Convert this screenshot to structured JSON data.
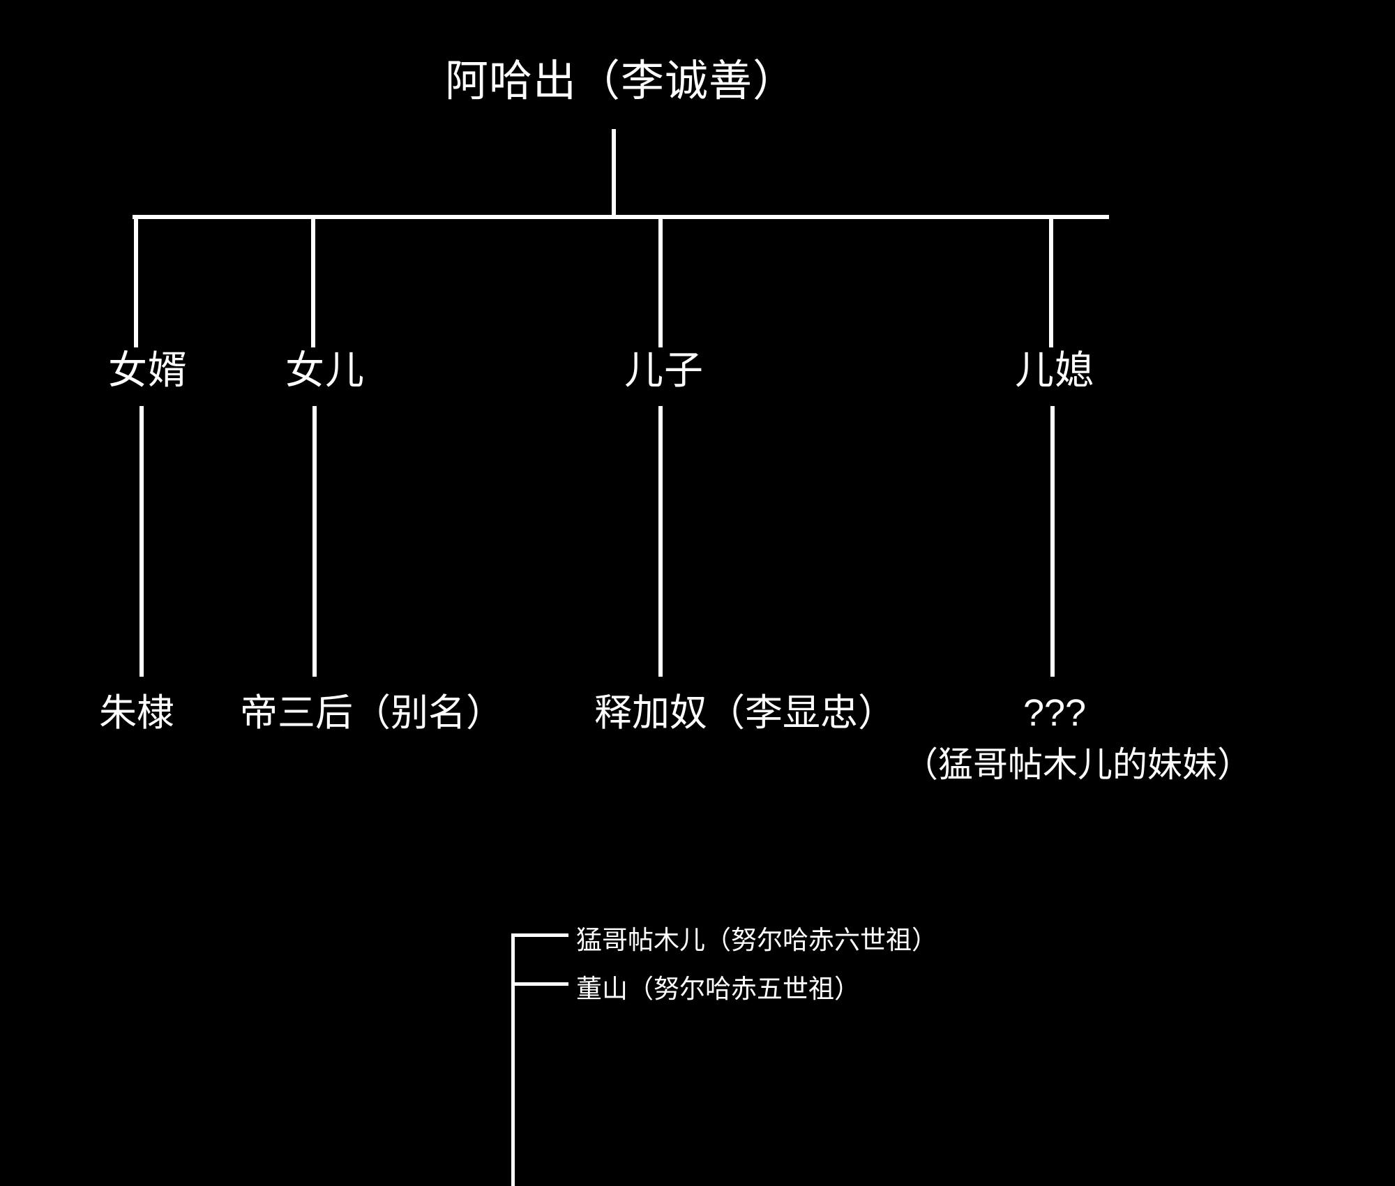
{
  "meta": {
    "background_color": "#000000",
    "line_color": "#ffffff",
    "text_color": "#ffffff"
  },
  "tree": {
    "root": {
      "label": "阿哈出（李诚善）"
    },
    "relation_row": [
      {
        "label": "女婿"
      },
      {
        "label": "女儿"
      },
      {
        "label": "儿子"
      },
      {
        "label": "儿媳"
      }
    ],
    "name_row": [
      {
        "label": "朱棣",
        "note": ""
      },
      {
        "label": "帝三后（别名）",
        "note": ""
      },
      {
        "label": "释加奴（李显忠）",
        "note": ""
      },
      {
        "label": "???",
        "note": "（猛哥帖木儿的妹妹）"
      }
    ]
  },
  "lower_cluster": {
    "items": [
      {
        "label": "猛哥帖木儿（努尔哈赤六世祖）"
      },
      {
        "label": "董山（努尔哈赤五世祖）"
      }
    ],
    "cutoff_hint": ""
  }
}
